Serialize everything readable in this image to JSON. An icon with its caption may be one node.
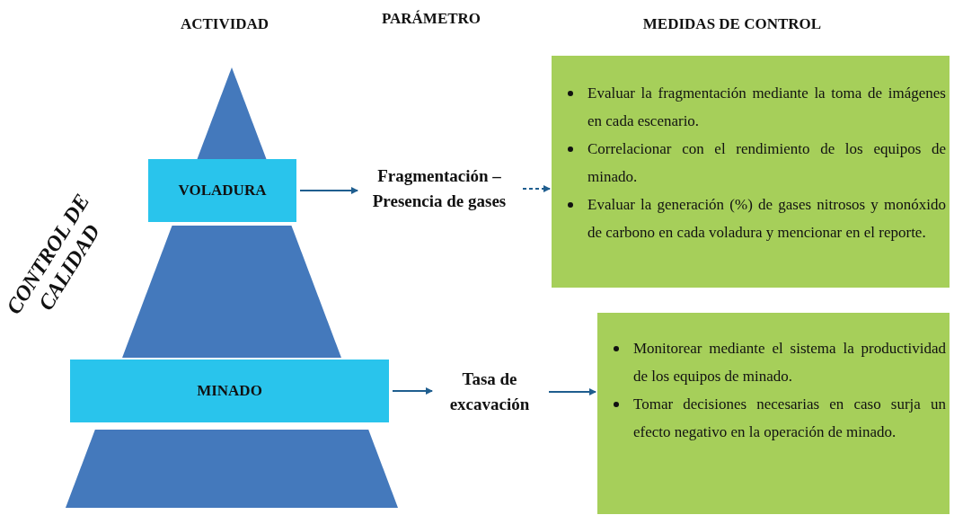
{
  "diagram": {
    "nodes": [
      {
        "text": [
          "VOLADURA"
        ]
      },
      {
        "text": [
          "MINADO"
        ]
      },
      {
        "text": [
          "Fragmentación – Presencia de gases"
        ]
      },
      {
        "text": [
          "Tasa de excavación"
        ]
      },
      {
        "text": [
          "Evaluar la fragmentación mediante la toma de imágenes en cada escenario.",
          "Correlacionar con el rendimiento de los equipos de minado.",
          "Evaluar la generación (%) de gases nitrosos y monóxido de carbono en cada voladura y mencionar en el reporte."
        ]
      },
      {
        "text": [
          "Monitorear mediante el sistema la productividad de los equipos de minado.",
          "Tomar decisiones necesarias en caso surja un efecto negativo en la operación de minado."
        ]
      }
    ],
    "edges": [
      {
        "from": 0,
        "to": 2,
        "arrow": "to"
      },
      {
        "from": 2,
        "to": 4,
        "arrow": "to",
        "style": "dashed"
      },
      {
        "from": 1,
        "to": 3,
        "arrow": "to"
      },
      {
        "from": 3,
        "to": 5,
        "arrow": "to"
      }
    ],
    "labels": [
      "ACTIVIDAD",
      "PARÁMETRO",
      "MEDIDAS DE CONTROL",
      "CONTROL DE CALIDAD"
    ]
  }
}
